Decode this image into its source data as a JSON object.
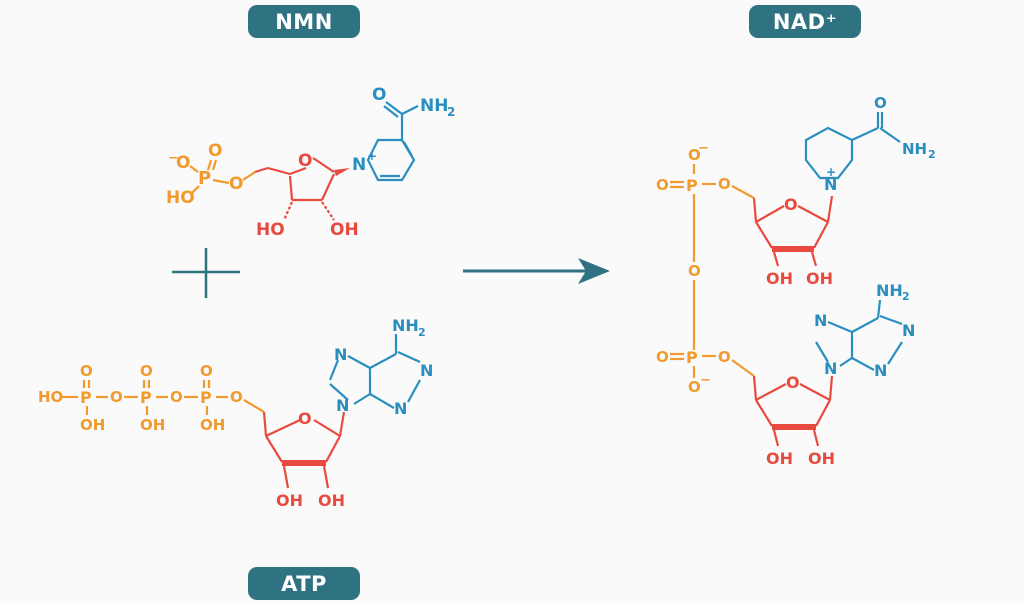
{
  "labels": {
    "nmn": "NMN",
    "nad": "NAD⁺",
    "atp": "ATP"
  },
  "atoms": {
    "O": "O",
    "P": "P",
    "N": "N",
    "OH": "OH",
    "HO": "HO",
    "NH2_main": "NH",
    "sub2": "2",
    "minus": "−",
    "plus": "+",
    "Nplus": "N"
  },
  "colors": {
    "phosphate": "#f29a2e",
    "ribose": "#e94a3f",
    "base": "#2a8fbf",
    "label_bg": "#2f7383",
    "arrow": "#2f7383"
  }
}
